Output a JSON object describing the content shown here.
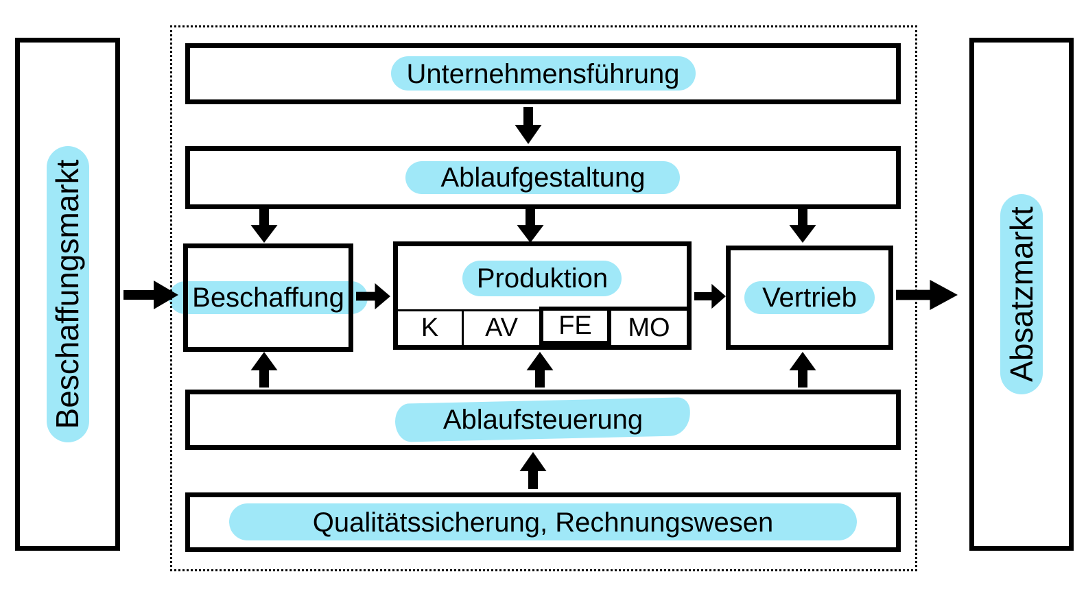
{
  "colors": {
    "highlight": "#a0e8f8",
    "line": "#000000",
    "background": "#ffffff",
    "text": "#000000"
  },
  "markets": {
    "procurement": "Beschaffungsmarkt",
    "sales": "Absatzmarkt"
  },
  "company": {
    "management": "Unternehmensführung",
    "process_design": "Ablaufgestaltung",
    "procurement": "Beschaffung",
    "production": {
      "label": "Produktion",
      "cells": [
        "K",
        "AV",
        "FE",
        "MO"
      ]
    },
    "sales": "Vertrieb",
    "process_control": "Ablaufsteuerung",
    "support": "Qualitätssicherung, Rechnungswesen"
  }
}
